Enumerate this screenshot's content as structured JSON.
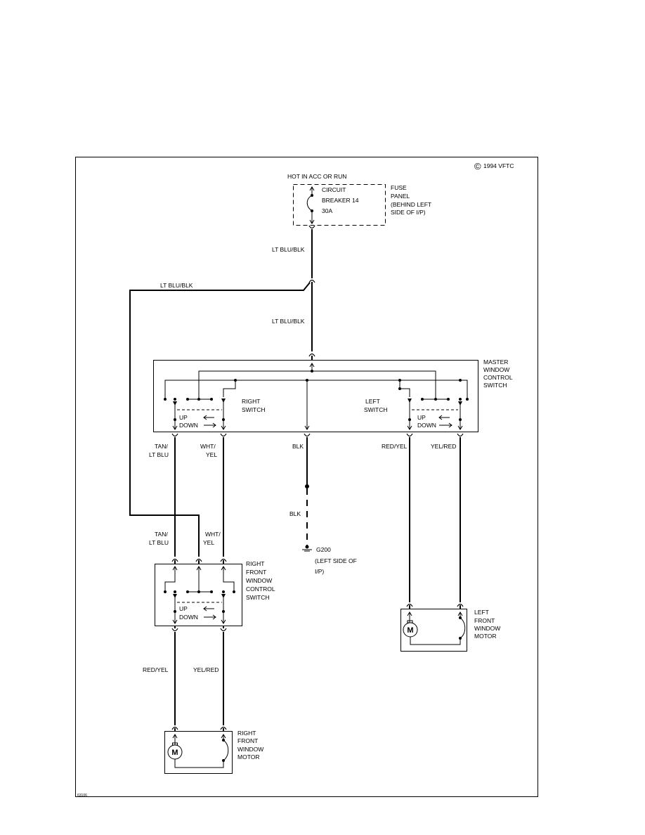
{
  "copyright": {
    "symbol": "©",
    "text": "1994 VFTC"
  },
  "figure_number": "63106",
  "fuse_panel": {
    "power_note": "HOT IN ACC OR RUN",
    "breaker": [
      "CIRCUIT",
      "BREAKER 14",
      "30A"
    ],
    "label": [
      "FUSE",
      "PANEL",
      "(BEHIND LEFT",
      "SIDE OF I/P)"
    ]
  },
  "feed_wire": {
    "upper": "LT BLU/BLK",
    "branch": "LT BLU/BLK",
    "lower": "LT BLU/BLK"
  },
  "master_switch": {
    "label": [
      "MASTER",
      "WINDOW",
      "CONTROL",
      "SWITCH"
    ],
    "right_switch": {
      "label": [
        "RIGHT",
        "SWITCH"
      ],
      "up": "UP",
      "down": "DOWN"
    },
    "left_switch": {
      "label": [
        "LEFT",
        "SWITCH"
      ],
      "up": "UP",
      "down": "DOWN"
    },
    "outputs": {
      "tan_lt_blu": [
        "TAN/",
        "LT BLU"
      ],
      "wht_yel": [
        "WHT/",
        "YEL"
      ],
      "blk": "BLK",
      "red_yel": "RED/YEL",
      "yel_red": "YEL/RED"
    }
  },
  "ground": {
    "wire": "BLK",
    "name": "G200",
    "location": [
      "(LEFT SIDE OF",
      "I/P)"
    ]
  },
  "right_front_switch": {
    "inputs": {
      "tan_lt_blu": [
        "TAN/",
        "LT BLU"
      ],
      "wht_yel": [
        "WHT/",
        "YEL"
      ]
    },
    "label": [
      "RIGHT",
      "FRONT",
      "WINDOW",
      "CONTROL",
      "SWITCH"
    ],
    "up": "UP",
    "down": "DOWN",
    "outputs": {
      "red_yel": "RED/YEL",
      "yel_red": "YEL/RED"
    }
  },
  "left_front_motor": {
    "label": [
      "LEFT",
      "FRONT",
      "WINDOW",
      "MOTOR"
    ],
    "symbol": "M"
  },
  "right_front_motor": {
    "label": [
      "RIGHT",
      "FRONT",
      "WINDOW",
      "MOTOR"
    ],
    "symbol": "M"
  }
}
